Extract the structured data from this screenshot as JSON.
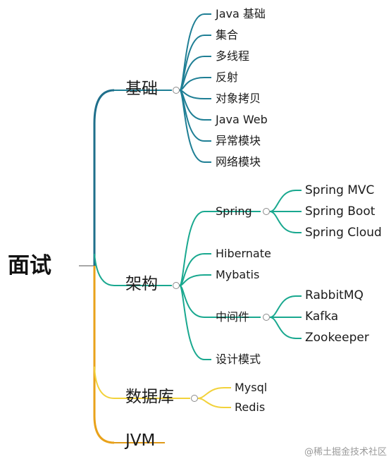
{
  "root": "面试",
  "branches": [
    {
      "label": "基础",
      "children": [
        "Java 基础",
        "集合",
        "多线程",
        "反射",
        "对象拷贝",
        "Java Web",
        "异常模块",
        "网络模块"
      ]
    },
    {
      "label": "架构",
      "children": [
        {
          "label": "Spring",
          "children": [
            "Spring MVC",
            "Spring Boot",
            "Spring Cloud"
          ]
        },
        {
          "label": "Hibernate"
        },
        {
          "label": "Mybatis"
        },
        {
          "label": "中间件",
          "children": [
            "RabbitMQ",
            "Kafka",
            "Zookeeper"
          ]
        },
        {
          "label": "设计模式"
        }
      ]
    },
    {
      "label": "数据库",
      "children": [
        "Mysql",
        "Redis"
      ]
    },
    {
      "label": "JVM"
    }
  ],
  "colors": {
    "trunk_top": "#1f6f8b",
    "trunk_bottom": "#e9a21a",
    "basic": "#1f7f95",
    "arch": "#19a88f",
    "db": "#f2d23b",
    "jvm": "#e09a1a"
  },
  "watermark": "@稀土掘金技术社区"
}
